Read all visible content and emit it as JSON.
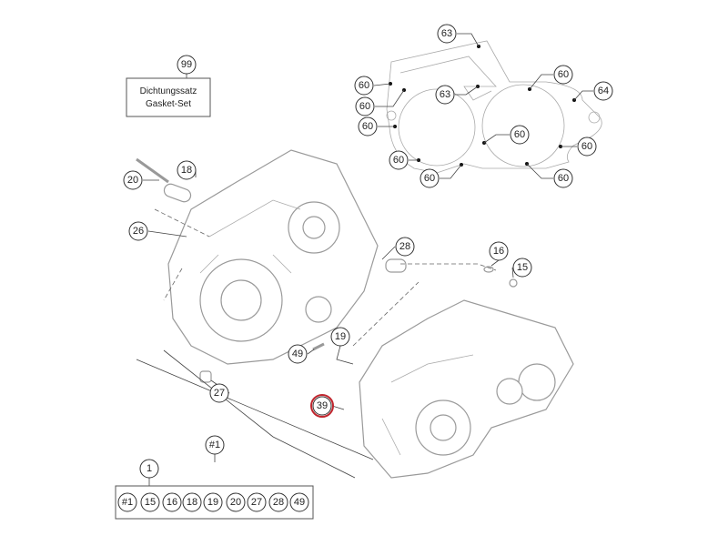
{
  "gasket_set": {
    "callout": "99",
    "line1": "Dichtungssatz",
    "line2": "Gasket-Set"
  },
  "callouts": {
    "c63a": "63",
    "c63b": "63",
    "c60a": "60",
    "c60b": "60",
    "c60c": "60",
    "c60d": "60",
    "c64": "64",
    "c60e": "60",
    "c60f": "60",
    "c60g": "60",
    "c60h": "60",
    "c60i": "60",
    "c18": "18",
    "c20": "20",
    "c26": "26",
    "c28": "28",
    "c16": "16",
    "c15": "15",
    "c19": "19",
    "c49": "49",
    "c39": "39",
    "c27": "27",
    "c_hash1": "#1",
    "c1": "1"
  },
  "kit": {
    "items": [
      "#1",
      "15",
      "16",
      "18",
      "19",
      "20",
      "27",
      "28",
      "49"
    ]
  },
  "colors": {
    "highlight": "#c0262e",
    "line": "#333333"
  }
}
